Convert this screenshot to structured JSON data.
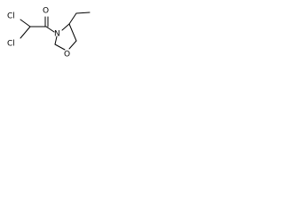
{
  "structure": {
    "atoms": {
      "cl_top": "Cl",
      "cl_left": "Cl",
      "oxygen_carbonyl": "O",
      "nitrogen_ring": "N",
      "oxygen_ring": "O"
    }
  }
}
